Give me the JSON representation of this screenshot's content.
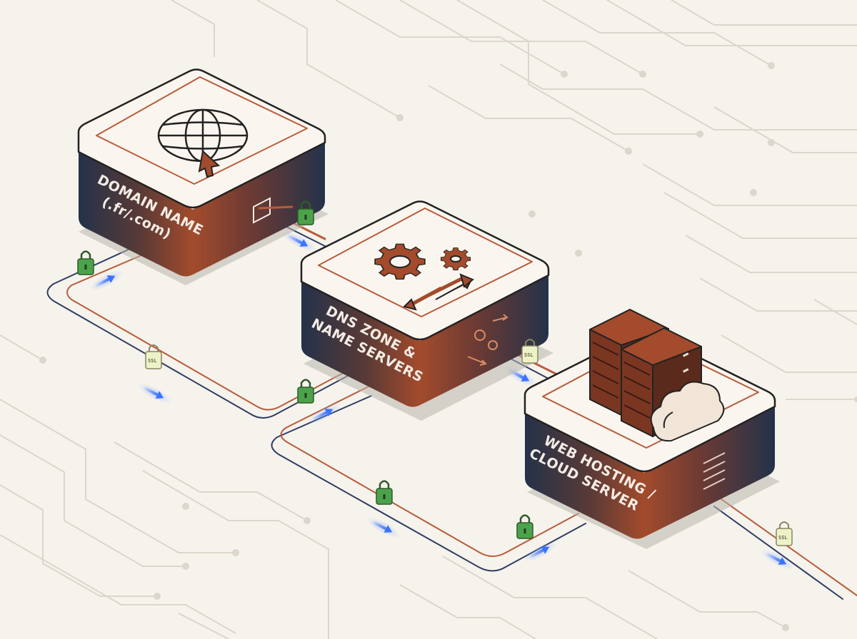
{
  "nodes": {
    "domain": {
      "lines": [
        "DOMAIN NAME",
        "(.fr/.com)"
      ],
      "icon": "globe-cursor-icon"
    },
    "dns": {
      "lines": [
        "DNS ZONE &",
        "NAME SERVERS"
      ],
      "icon": "gears-arrows-icon"
    },
    "hosting": {
      "lines": [
        "WEB HOSTING /",
        "CLOUD SERVER"
      ],
      "icon": "server-rack-cloud-icon"
    }
  },
  "badges": {
    "ssl_label": "SSL"
  },
  "colors": {
    "background": "#f6f3ec",
    "box_top": "#faf6ef",
    "box_dark": "#24324a",
    "box_copper": "#a34b2c",
    "accent_line": "#b95b3a",
    "wire_blue": "#2f3d63",
    "lock_green": "#4ca24a",
    "ssl_badge": "#eef2c8",
    "packet_blue": "#3a73ff",
    "circuit": "#dcd6cc"
  }
}
